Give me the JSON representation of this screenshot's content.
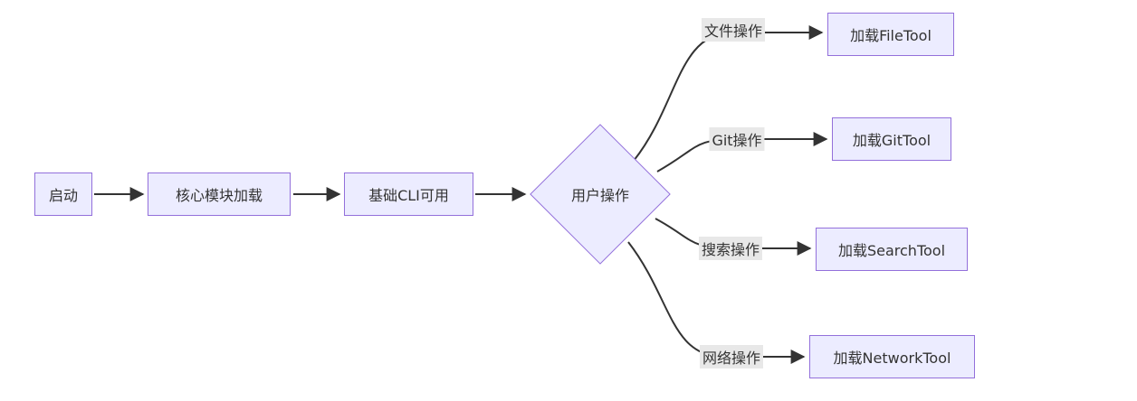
{
  "diagram": {
    "type": "flowchart",
    "nodes": {
      "start": {
        "label": "启动"
      },
      "core": {
        "label": "核心模块加载"
      },
      "cli": {
        "label": "基础CLI可用"
      },
      "user": {
        "label": "用户操作"
      },
      "file": {
        "label": "加载FileTool"
      },
      "git": {
        "label": "加载GitTool"
      },
      "search": {
        "label": "加载SearchTool"
      },
      "network": {
        "label": "加载NetworkTool"
      }
    },
    "edge_labels": {
      "file": "文件操作",
      "git": "Git操作",
      "search": "搜索操作",
      "network": "网络操作"
    },
    "colors": {
      "node_fill": "#ECECFF",
      "node_border": "#9370DB",
      "edge_stroke": "#333333",
      "edge_label_bg": "#e8e8e8",
      "text": "#333333"
    }
  }
}
